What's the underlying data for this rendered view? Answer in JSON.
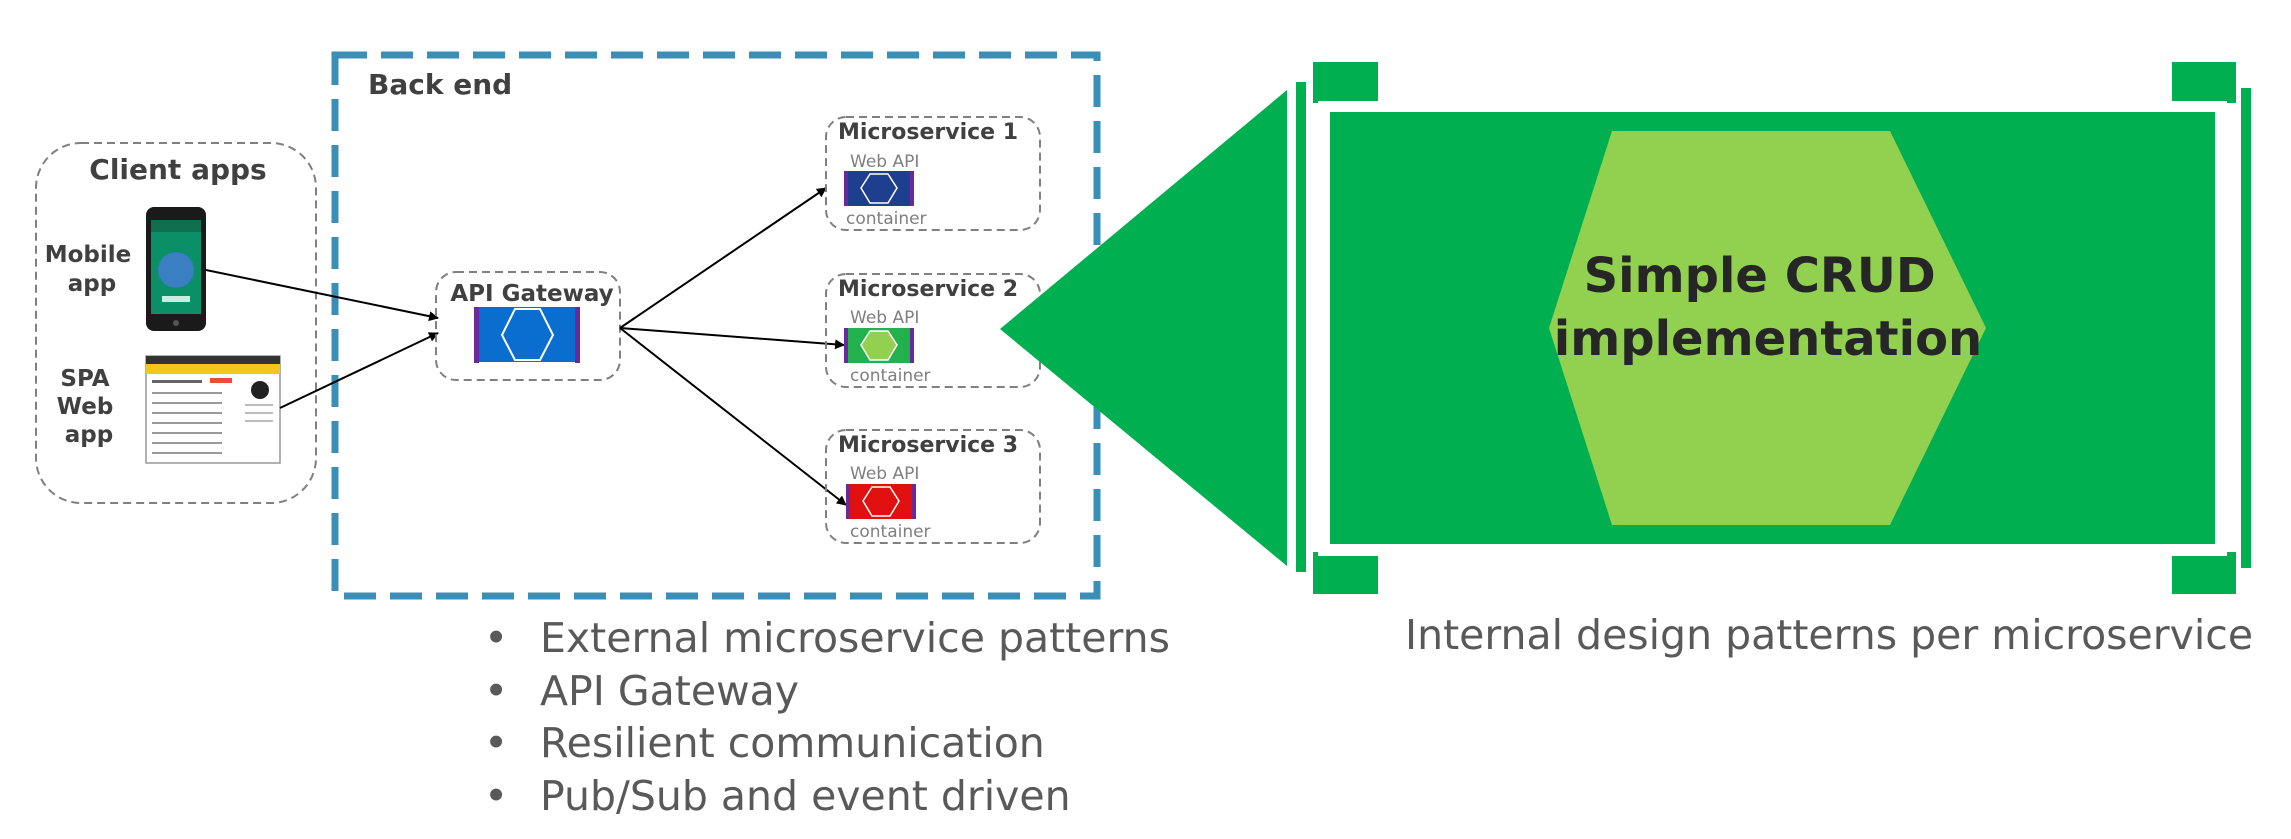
{
  "backend": {
    "label": "Back end"
  },
  "client_apps": {
    "title": "Client apps",
    "mobile_label": [
      "Mobile",
      "app"
    ],
    "spa_label": [
      "SPA",
      "Web",
      "app"
    ]
  },
  "api_gateway": {
    "label": "API Gateway"
  },
  "microservices": [
    {
      "title": "Microservice 1",
      "webapi": "Web API",
      "container": "container",
      "color": "#1e3f8f"
    },
    {
      "title": "Microservice 2",
      "webapi": "Web API",
      "container": "container",
      "color": "#22b14c"
    },
    {
      "title": "Microservice 3",
      "webapi": "Web API",
      "container": "container",
      "color": "#e01010"
    }
  ],
  "crud": {
    "line1": "Simple CRUD",
    "line2": "implementation"
  },
  "bullets": [
    "External microservice patterns",
    "API Gateway",
    "Resilient communication",
    "Pub/Sub and event driven"
  ],
  "caption": "Internal design patterns per microservice",
  "colors": {
    "backend_border": "#3a8fb7",
    "green": "#00b050",
    "hex_light_green": "#92d050",
    "gateway_blue": "#0a6ed1"
  }
}
